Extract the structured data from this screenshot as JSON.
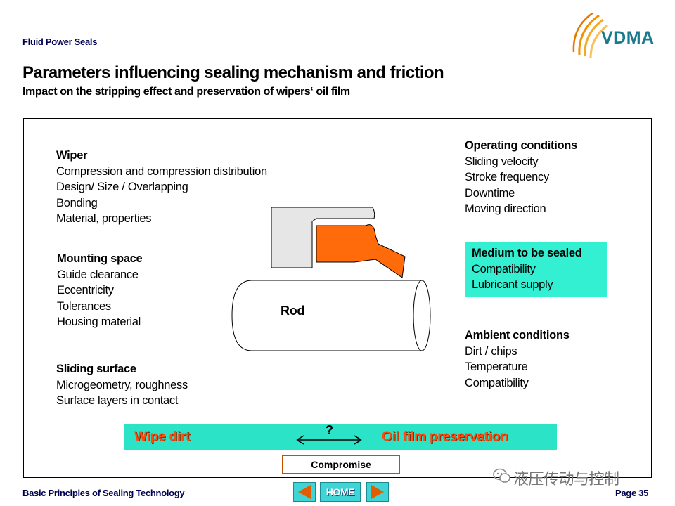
{
  "header": {
    "label": "Fluid Power Seals",
    "logo_text": "VDMA",
    "title": "Parameters influencing sealing mechanism and friction",
    "subtitle": "Impact on the stripping effect and preservation of wipers‘ oil film"
  },
  "left_blocks": {
    "wiper": {
      "heading": "Wiper",
      "items": [
        "Compression and compression distribution",
        "Design/ Size / Overlapping",
        "Bonding",
        "Material, properties"
      ]
    },
    "mounting_space": {
      "heading": "Mounting space",
      "items": [
        "Guide clearance",
        "Eccentricity",
        "Tolerances",
        "Housing material"
      ]
    },
    "sliding_surface": {
      "heading": "Sliding surface",
      "items": [
        "Microgeometry, roughness",
        "Surface layers in contact"
      ]
    }
  },
  "right_blocks": {
    "operating_conditions": {
      "heading": "Operating conditions",
      "items": [
        "Sliding velocity",
        "Stroke frequency",
        "Downtime",
        "Moving direction"
      ]
    },
    "medium": {
      "heading": "Medium to be sealed",
      "items": [
        "Compatibility",
        "Lubricant supply"
      ]
    },
    "ambient_conditions": {
      "heading": "Ambient conditions",
      "items": [
        "Dirt / chips",
        "Temperature",
        "Compatibility"
      ]
    }
  },
  "diagram": {
    "rod_label": "Rod",
    "colors": {
      "seal": "#ff6a0a",
      "housing": "#e6e6e6"
    }
  },
  "banner": {
    "left": "Wipe dirt",
    "question": "?",
    "right": "Oil film preservation",
    "compromise": "Compromise"
  },
  "footer": {
    "left": "Basic Principles of Sealing Technology",
    "page": "Page 35",
    "home": "HOME",
    "watermark": "液压传动与控制"
  },
  "colors": {
    "accent_cyan": "#2be4c8",
    "text_orange": "#ff4a10",
    "nav_blue": "#000050"
  }
}
